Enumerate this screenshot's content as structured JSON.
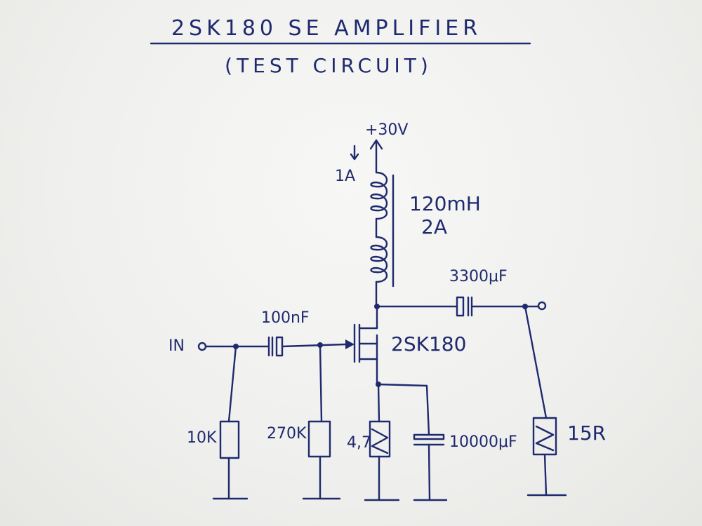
{
  "header": {
    "title": "2SK180 SE AMPLIFIER",
    "subtitle": "(TEST CIRCUIT)"
  },
  "labels": {
    "supply": "+30V",
    "current": "1A",
    "choke_value": "120mH",
    "choke_current": "2A",
    "output_cap": "3300μF",
    "input": "IN",
    "input_cap": "100nF",
    "transistor": "2SK180",
    "r_in1": "10K",
    "r_in2": "270K",
    "r_source": "4,7",
    "c_source": "10000μF",
    "load": "15R"
  },
  "colors": {
    "ink": "#1f2a6e",
    "paper": "#f1f1ef"
  }
}
